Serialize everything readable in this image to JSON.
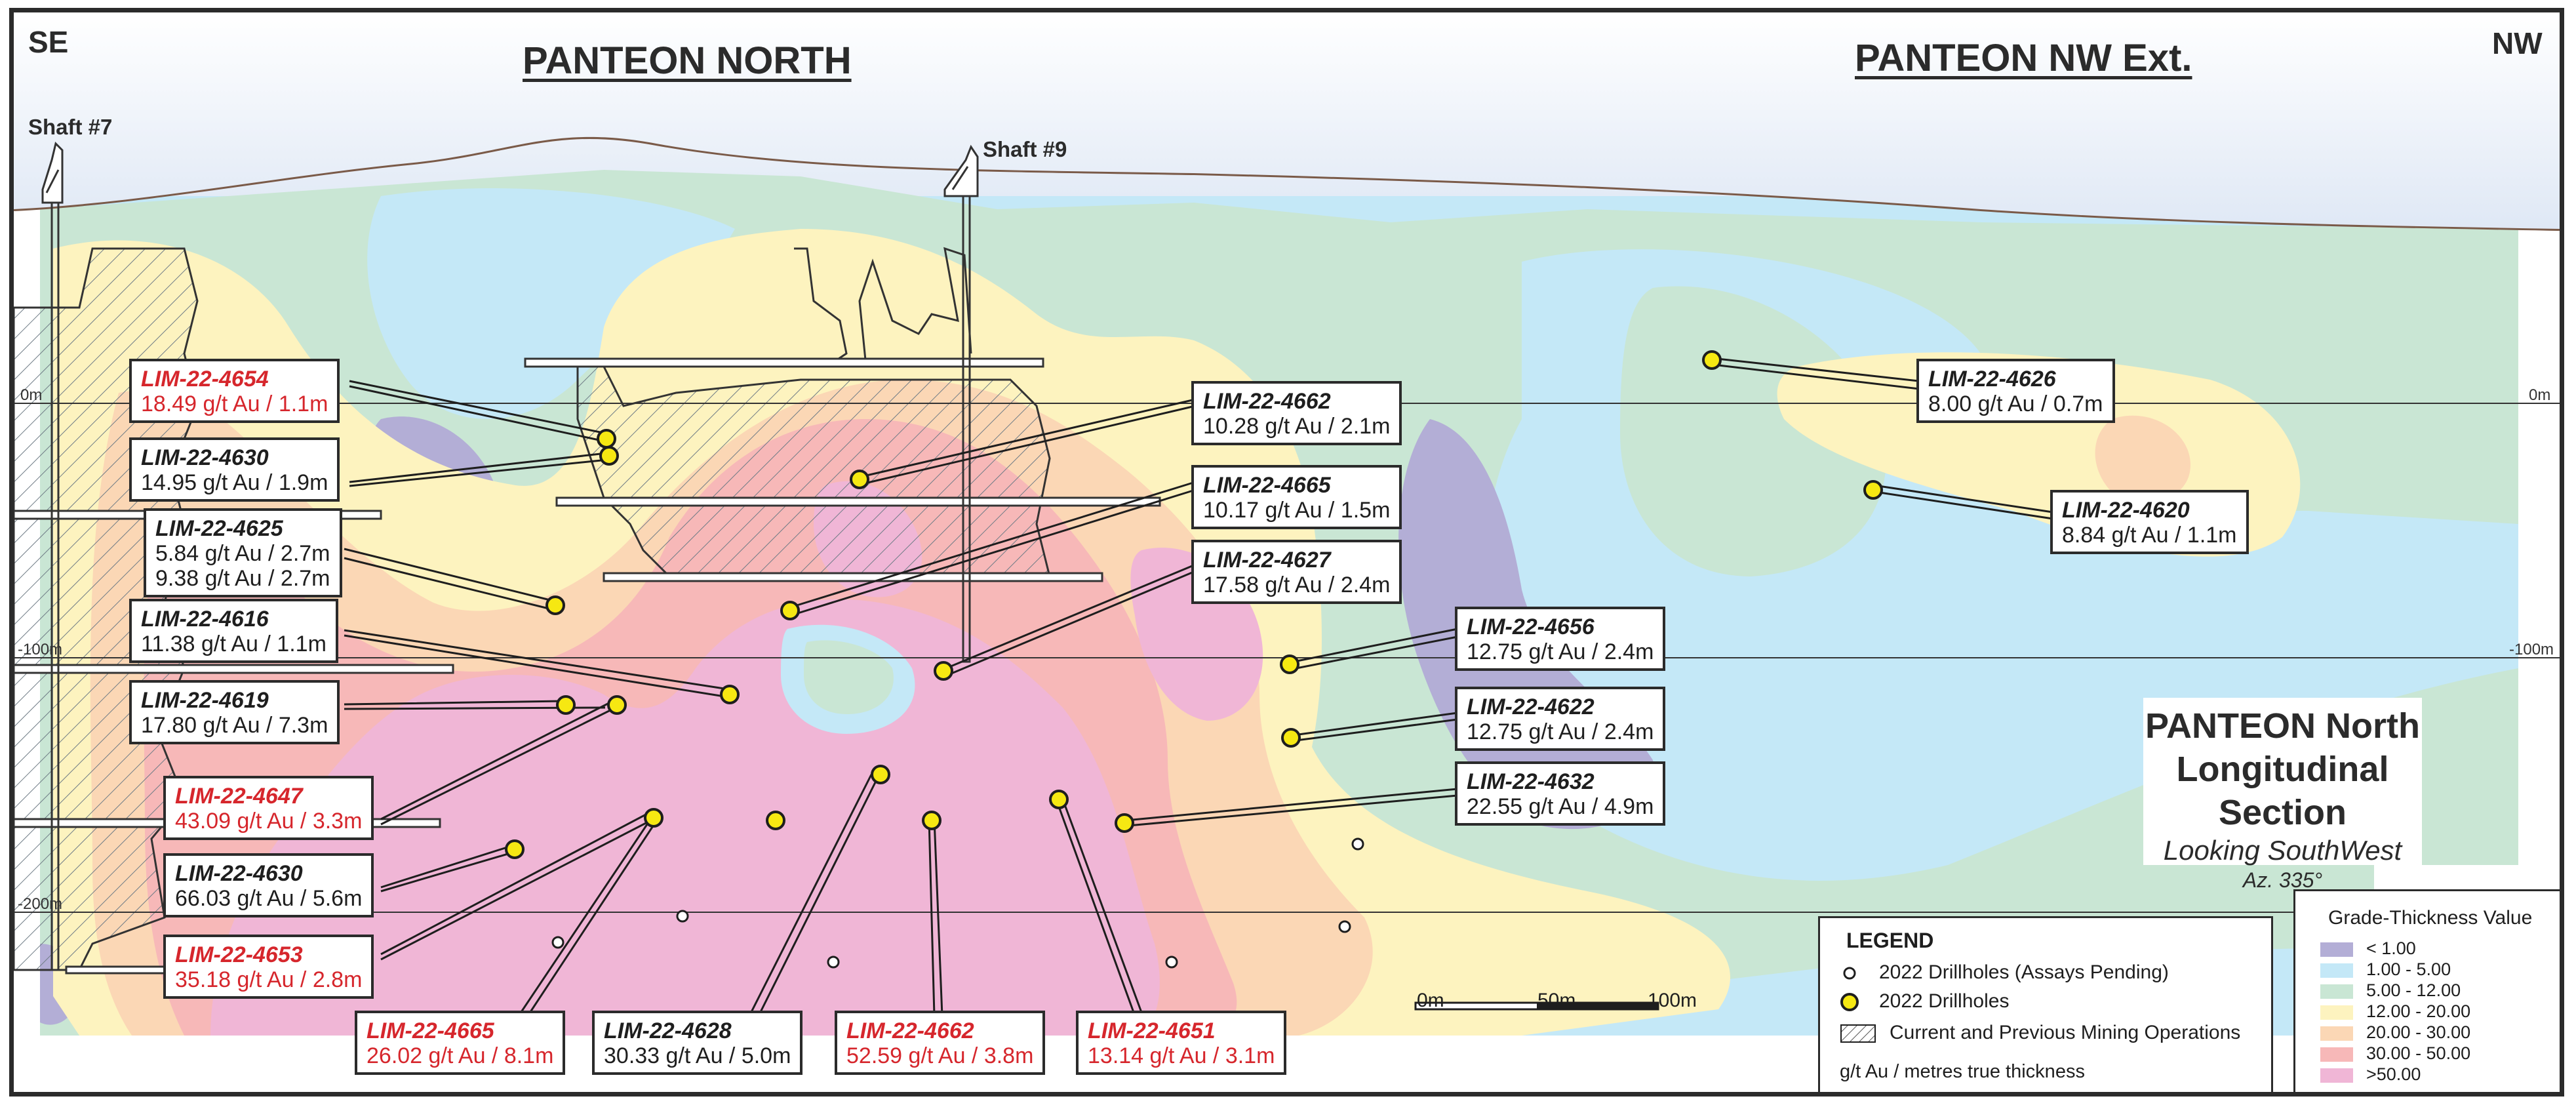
{
  "map": {
    "direction_left": "SE",
    "direction_right": "NW",
    "zone_left": "PANTEON NORTH",
    "zone_right": "PANTEON NW Ext.",
    "shafts": [
      {
        "label": "Shaft #7"
      },
      {
        "label": "Shaft #9"
      }
    ],
    "elevations": {
      "left": [
        "0m",
        "-100m",
        "-200m"
      ],
      "right": [
        "0m",
        "-100m"
      ]
    }
  },
  "drillhole_labels": [
    {
      "id": "LIM-22-4654",
      "result": "18.49 g/t Au / 1.1m",
      "highlight": true
    },
    {
      "id": "LIM-22-4630",
      "result": "14.95 g/t Au / 1.9m",
      "highlight": false
    },
    {
      "id": "LIM-22-4625",
      "result": "5.84 g/t Au / 2.7m",
      "result2": "9.38 g/t Au / 2.7m",
      "highlight": false
    },
    {
      "id": "LIM-22-4616",
      "result": "11.38 g/t Au / 1.1m",
      "highlight": false
    },
    {
      "id": "LIM-22-4619",
      "result": "17.80 g/t Au / 7.3m",
      "highlight": false
    },
    {
      "id": "LIM-22-4647",
      "result": "43.09 g/t Au / 3.3m",
      "highlight": true
    },
    {
      "id": "LIM-22-4630",
      "result": "66.03 g/t Au / 5.6m",
      "highlight": false
    },
    {
      "id": "LIM-22-4653",
      "result": "35.18 g/t Au / 2.8m",
      "highlight": true
    },
    {
      "id": "LIM-22-4665",
      "result": "26.02 g/t Au / 8.1m",
      "highlight": true
    },
    {
      "id": "LIM-22-4628",
      "result": "30.33 g/t Au / 5.0m",
      "highlight": false
    },
    {
      "id": "LIM-22-4662",
      "result": "52.59 g/t Au / 3.8m",
      "highlight": true
    },
    {
      "id": "LIM-22-4651",
      "result": "13.14 g/t Au / 3.1m",
      "highlight": true
    },
    {
      "id": "LIM-22-4662",
      "result": "10.28 g/t Au / 2.1m",
      "highlight": false
    },
    {
      "id": "LIM-22-4665",
      "result": "10.17 g/t Au / 1.5m",
      "highlight": false
    },
    {
      "id": "LIM-22-4627",
      "result": "17.58 g/t Au / 2.4m",
      "highlight": false
    },
    {
      "id": "LIM-22-4656",
      "result": "12.75 g/t Au / 2.4m",
      "highlight": false
    },
    {
      "id": "LIM-22-4622",
      "result": "12.75 g/t Au / 2.4m",
      "highlight": false
    },
    {
      "id": "LIM-22-4632",
      "result": "22.55 g/t Au / 4.9m",
      "highlight": false
    },
    {
      "id": "LIM-22-4626",
      "result": "8.00 g/t Au / 0.7m",
      "highlight": false
    },
    {
      "id": "LIM-22-4620",
      "result": "8.84 g/t Au / 1.1m",
      "highlight": false
    }
  ],
  "title_block": {
    "line1": "PANTEON North",
    "line2": "Longitudinal Section",
    "line3": "Looking SouthWest",
    "line4": "Az. 335°"
  },
  "legend": {
    "title": "LEGEND",
    "items": [
      {
        "label": "2022 Drillholes (Assays Pending)",
        "icon": "small-open-circle-icon"
      },
      {
        "label": "2022 Drillholes",
        "icon": "yellow-dot-icon"
      },
      {
        "label": "Current and Previous Mining Operations",
        "icon": "hatched-box-icon"
      }
    ],
    "footnote": "g/t Au / metres true thickness"
  },
  "grade_legend": {
    "title": "Grade-Thickness Value",
    "classes": [
      {
        "label": "< 1.00",
        "color": "#b3aed6"
      },
      {
        "label": "1.00 - 5.00",
        "color": "#c4e8f7"
      },
      {
        "label": "5.00 - 12.00",
        "color": "#c9e6d4"
      },
      {
        "label": "12.00 - 20.00",
        "color": "#fdf3bf"
      },
      {
        "label": "20.00 - 30.00",
        "color": "#fbd7b5"
      },
      {
        "label": "30.00 - 50.00",
        "color": "#f7b8b8"
      },
      {
        "label": ">50.00",
        "color": "#f0b6d6"
      }
    ]
  },
  "scale_bar": {
    "labels": [
      "0m",
      "50m",
      "100m"
    ]
  },
  "colors": {
    "drillhole_fill": "#f6e812",
    "label_red": "#d6262c",
    "sky": "#e6eef8",
    "frame": "#2b2b2b"
  }
}
